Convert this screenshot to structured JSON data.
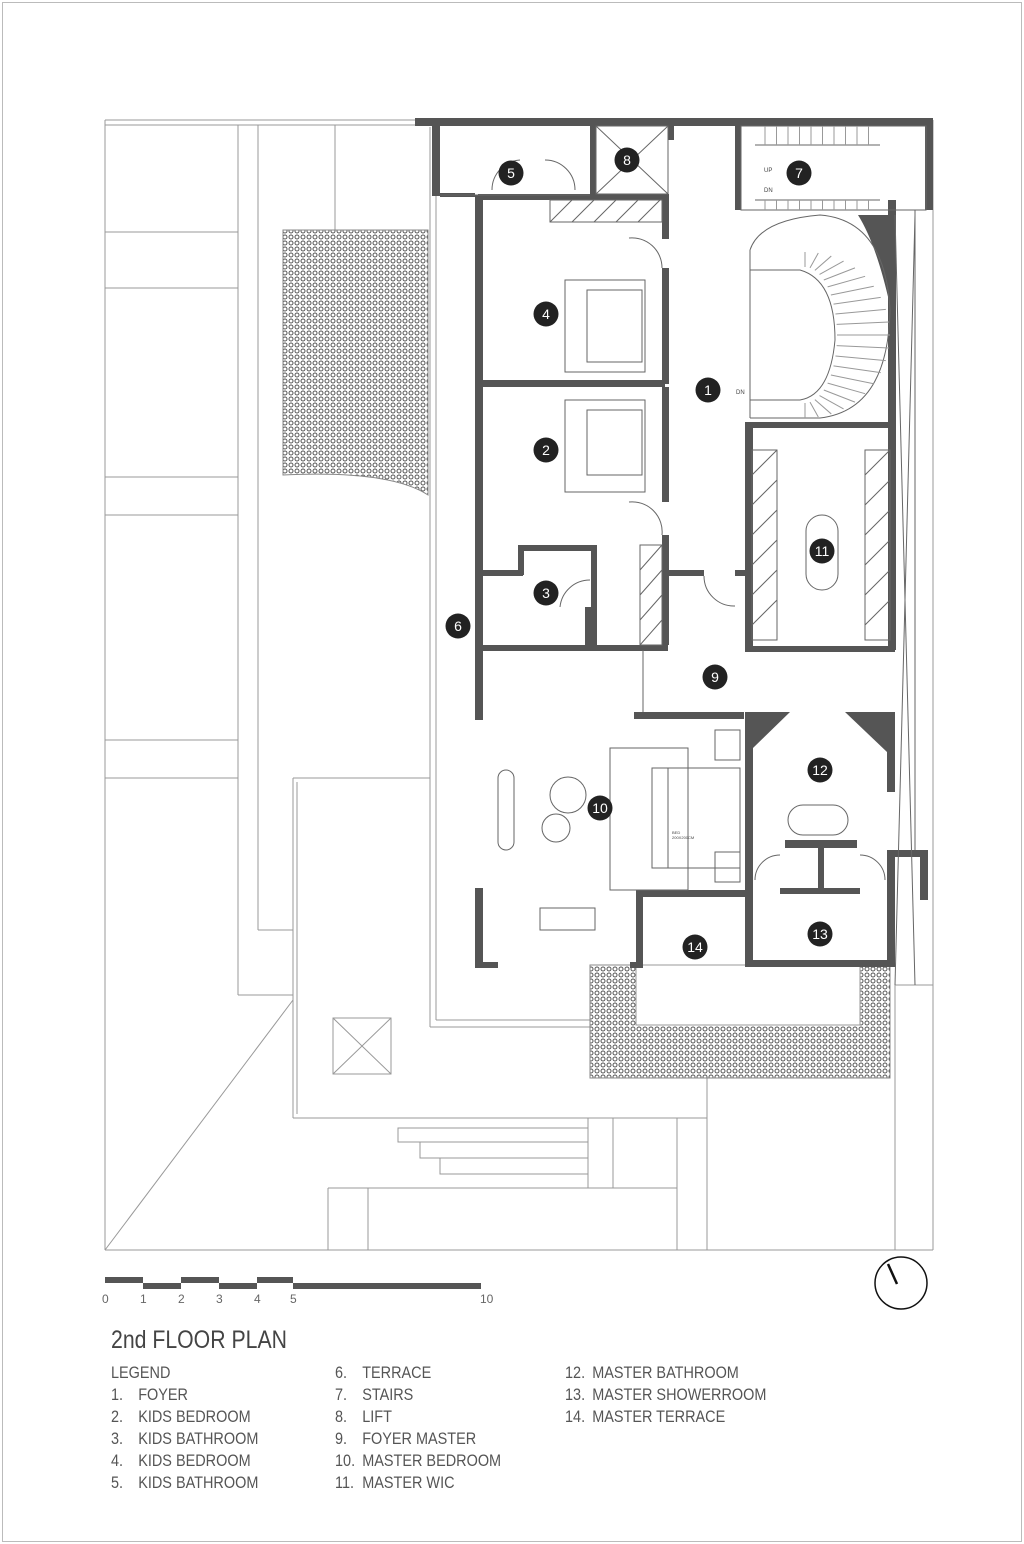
{
  "title": "2nd FLOOR PLAN",
  "legend": {
    "heading": "LEGEND",
    "items": [
      {
        "num": "1.",
        "label": "FOYER"
      },
      {
        "num": "2.",
        "label": "KIDS BEDROOM"
      },
      {
        "num": "3.",
        "label": "KIDS BATHROOM"
      },
      {
        "num": "4.",
        "label": "KIDS BEDROOM"
      },
      {
        "num": "5.",
        "label": "KIDS BATHROOM"
      },
      {
        "num": "6.",
        "label": "TERRACE"
      },
      {
        "num": "7.",
        "label": "STAIRS"
      },
      {
        "num": "8.",
        "label": "LIFT"
      },
      {
        "num": "9.",
        "label": "FOYER MASTER"
      },
      {
        "num": "10.",
        "label": "MASTER BEDROOM"
      },
      {
        "num": "11.",
        "label": "MASTER WIC"
      },
      {
        "num": "12.",
        "label": "MASTER BATHROOM"
      },
      {
        "num": "13.",
        "label": "MASTER SHOWERROOM"
      },
      {
        "num": "14.",
        "label": "MASTER TERRACE"
      }
    ]
  },
  "scale_bar": {
    "labels": [
      "0",
      "1",
      "2",
      "3",
      "4",
      "5",
      "10"
    ]
  },
  "room_markers": [
    "1",
    "2",
    "3",
    "4",
    "5",
    "6",
    "7",
    "8",
    "9",
    "10",
    "11",
    "12",
    "13",
    "14"
  ],
  "stair_labels": {
    "up": "UP",
    "dn": "DN",
    "dn2": "DN"
  },
  "bed_label": {
    "line1": "BED",
    "line2": "200X200CM"
  },
  "colors": {
    "wall": "#555555",
    "marker": "#222222",
    "line": "#999999"
  }
}
